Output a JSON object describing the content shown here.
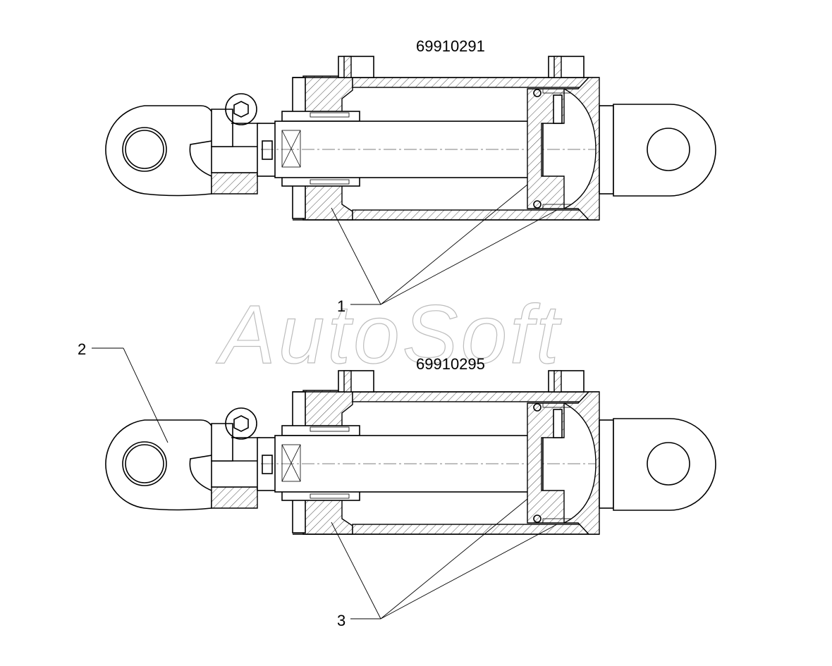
{
  "watermark": "AutoSoft",
  "cylinders": [
    {
      "part_number": "69910291"
    },
    {
      "part_number": "69910295"
    }
  ],
  "callouts": [
    {
      "label": "1"
    },
    {
      "label": "2"
    },
    {
      "label": "3"
    }
  ]
}
